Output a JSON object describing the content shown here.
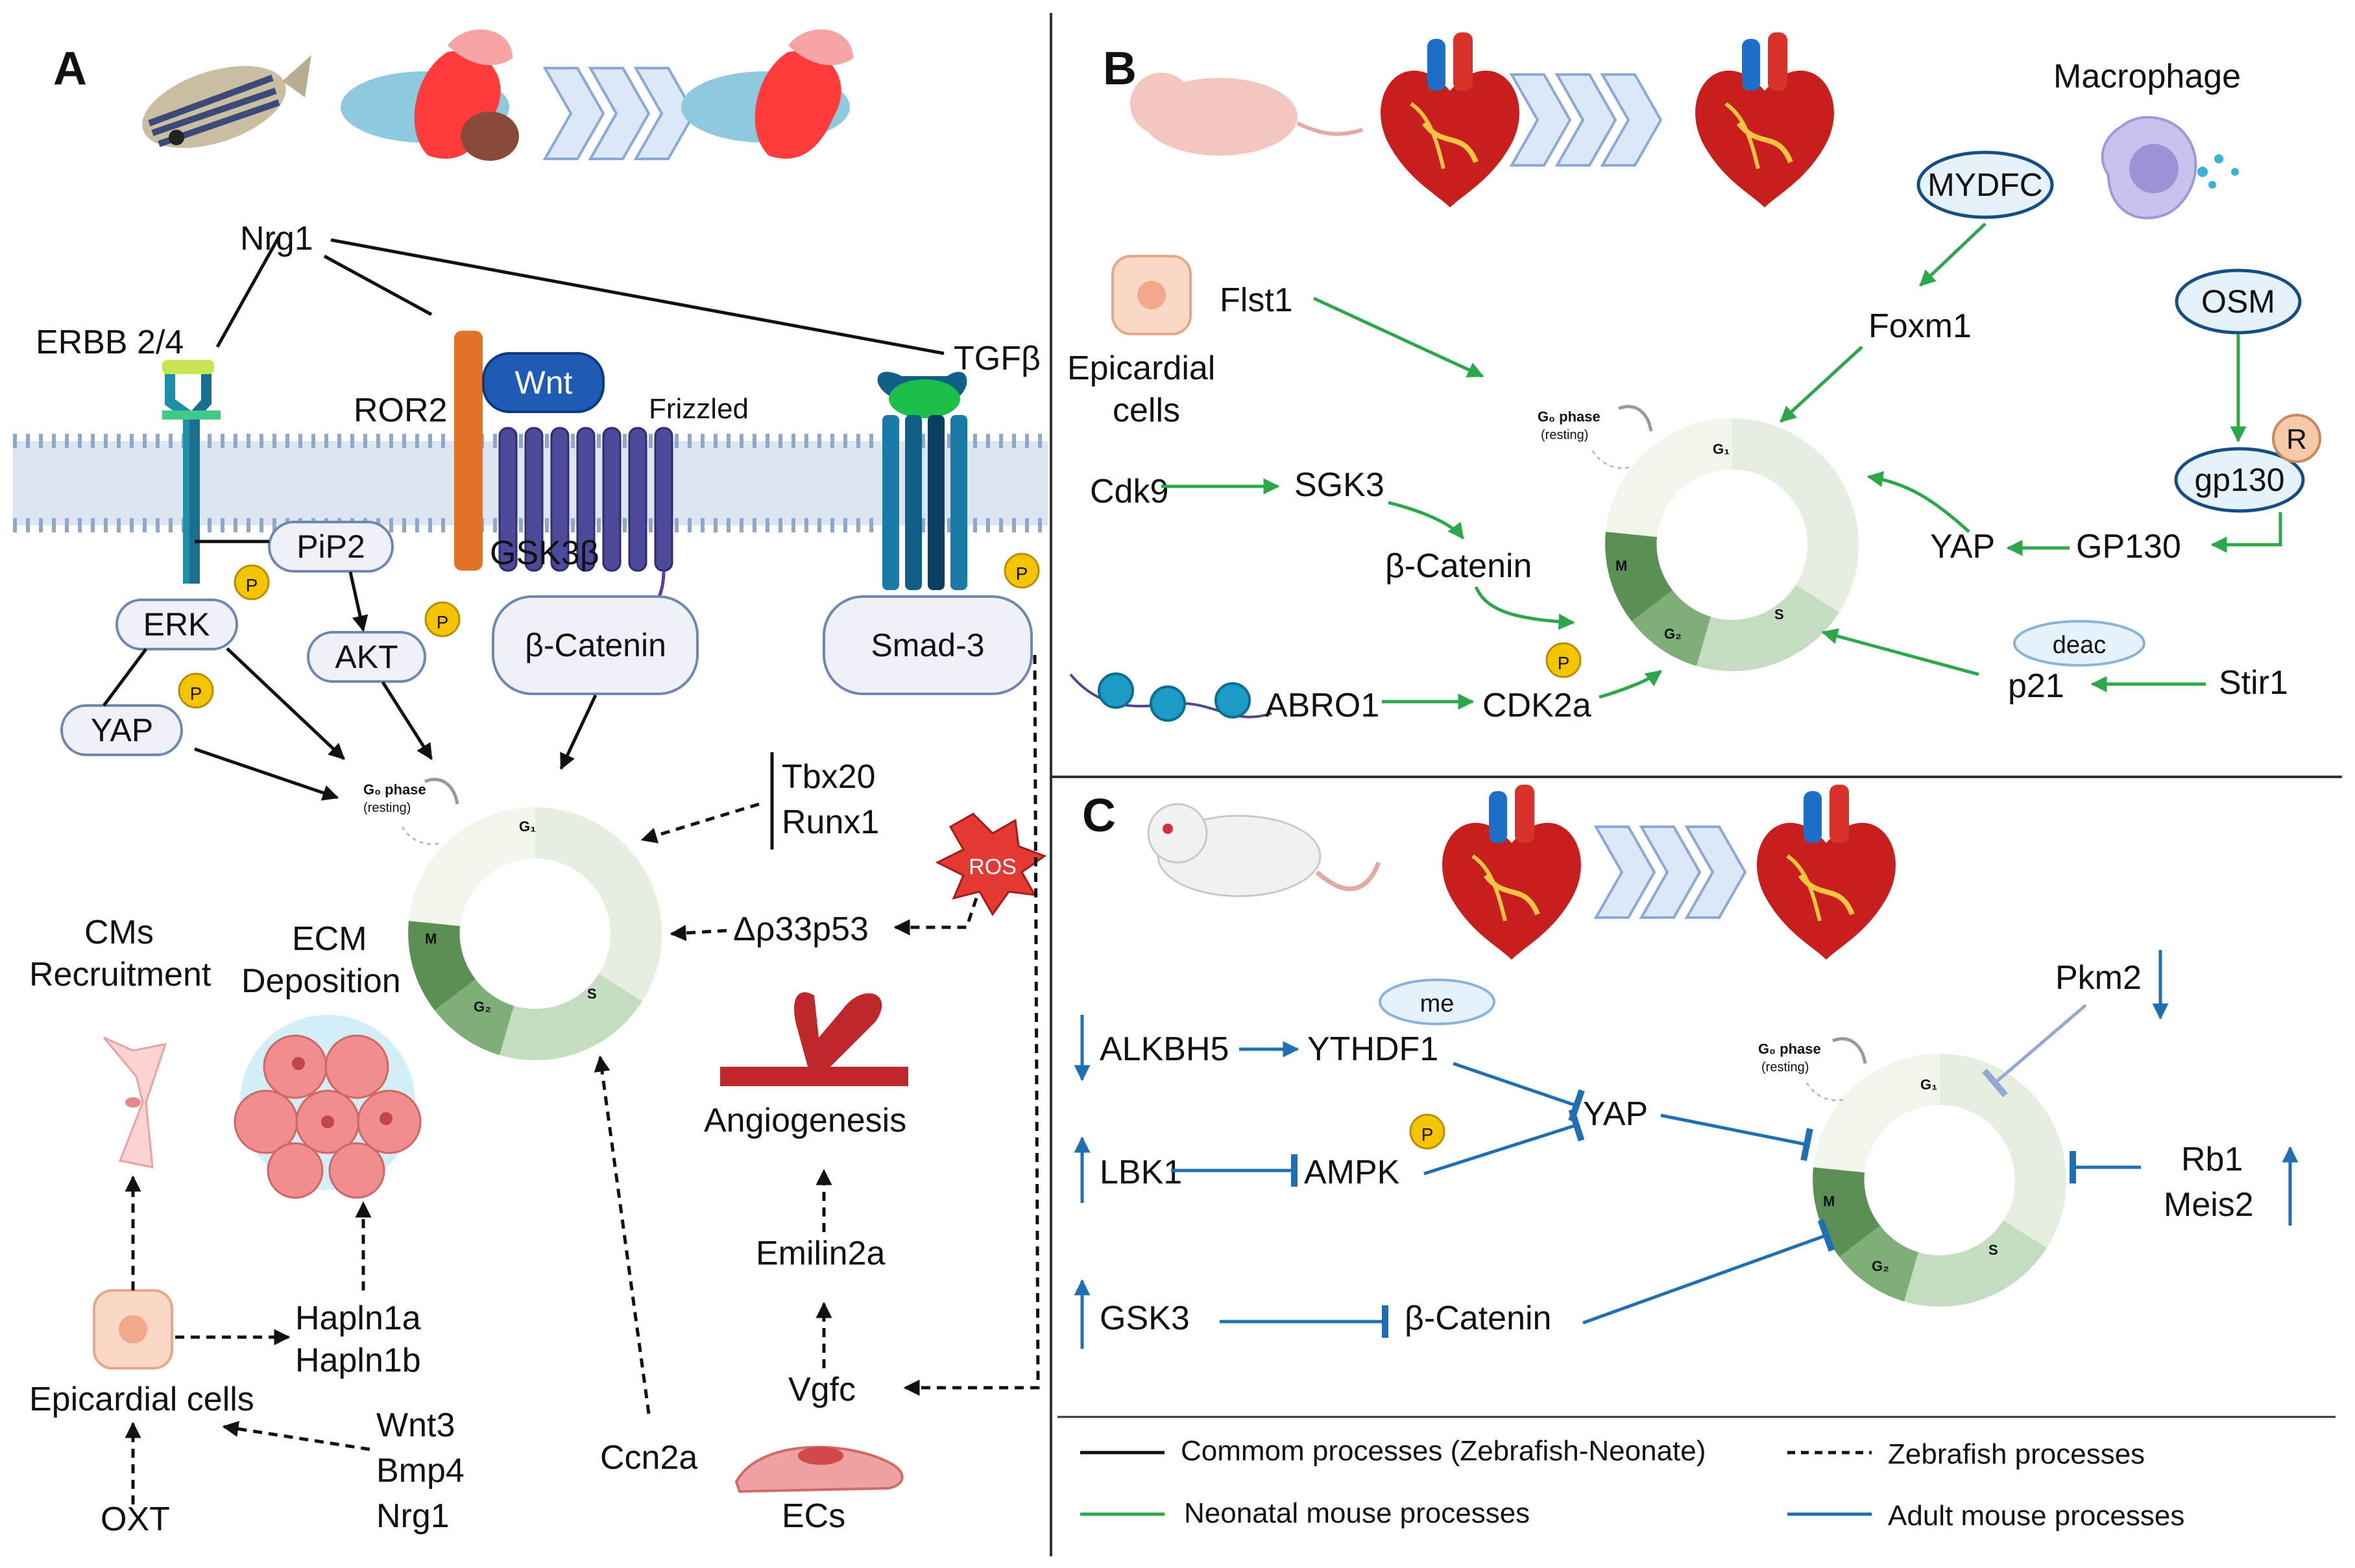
{
  "panels": {
    "a": {
      "letter": "A",
      "nodes": {
        "nrg1": "Nrg1",
        "erbb": "ERBB 2/4",
        "ror2": "ROR2",
        "wnt": "Wnt",
        "frizzled": "Frizzled",
        "gsk3b": "GSK3β",
        "tgfb": "TGFβ",
        "pip2": "PiP2",
        "erk": "ERK",
        "akt": "AKT",
        "yap": "YAP",
        "bcatenin": "β-Catenin",
        "smad3": "Smad-3",
        "tbx20": "Tbx20",
        "runx1": "Runx1",
        "ros": "ROS",
        "dp33p53": "Δρ33p53",
        "angiogenesis": "Angiogenesis",
        "emilin2a": "Emilin2a",
        "vgfc": "Vgfc",
        "ccn2a": "Ccn2a",
        "ecs": "ECs",
        "cms_line1": "CMs",
        "cms_line2": "Recruitment",
        "ecm_line1": "ECM",
        "ecm_line2": "Deposition",
        "hapln1a": "Hapln1a",
        "hapln1b": "Hapln1b",
        "epicardial": "Epicardial cells",
        "wnt3": "Wnt3",
        "bmp4": "Bmp4",
        "nrg1_b": "Nrg1",
        "oxt": "OXT"
      }
    },
    "b": {
      "letter": "B",
      "nodes": {
        "macrophage": "Macrophage",
        "mydfc": "MYDFC",
        "foxm1": "Foxm1",
        "osm": "OSM",
        "r": "R",
        "gp130_rec": "gp130",
        "gp130": "GP130",
        "yap": "YAP",
        "flst1": "Flst1",
        "epi_line1": "Epicardial",
        "epi_line2": "cells",
        "cdk9": "Cdk9",
        "sgk3": "SGK3",
        "bcatenin": "β-Catenin",
        "abro1": "ABRO1",
        "cdk2a": "CDK2a",
        "deac": "deac",
        "p21": "p21",
        "stir1": "Stir1"
      }
    },
    "c": {
      "letter": "C",
      "nodes": {
        "pkm2": "Pkm2",
        "alkbh5": "ALKBH5",
        "ythdf1": "YTHDF1",
        "me": "me",
        "yap": "YAP",
        "lbk1": "LBK1",
        "ampk": "AMPK",
        "rb1": "Rb1",
        "meis2": "Meis2",
        "gsk3": "GSK3",
        "bcatenin": "β-Catenin"
      }
    }
  },
  "cell_cycle": {
    "g0": "G₀ phase",
    "resting": "(resting)",
    "g1": "G₁",
    "s": "S",
    "g2": "G₂",
    "m": "M"
  },
  "phospho_label": "P",
  "legend": {
    "common": "Commom processes (Zebrafish-Neonate)",
    "zebrafish": "Zebrafish processes",
    "neonatal": "Neonatal mouse processes",
    "adult": "Adult mouse processes"
  },
  "colors": {
    "common": "#111111",
    "neonatal": "#2ca84a",
    "adult": "#1f6fb2",
    "g1": "#e6efdf",
    "s": "#c4dcc0",
    "g2": "#7fae79",
    "m": "#5b8f56",
    "phospho": "#f5c400",
    "pill_fill": "#eef1f8",
    "pill_stroke": "#6f88b0",
    "heart": "#c81e1e",
    "ros": "#e53935"
  }
}
